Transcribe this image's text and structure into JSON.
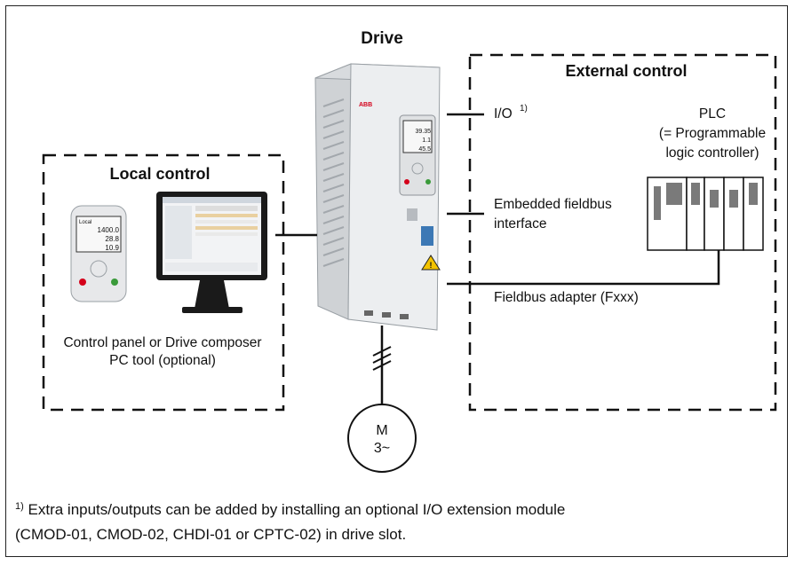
{
  "drive": {
    "title": "Drive",
    "brand": "ABB",
    "panel": {
      "row1": "39.35",
      "row2": "1.1",
      "row3": "45.5"
    }
  },
  "local": {
    "title": "Local control",
    "caption_line1": "Control panel or Drive composer",
    "caption_line2": "PC tool (optional)",
    "panel": {
      "header": "Local",
      "row1": "1400.0",
      "row2": "28.8",
      "row3": "10.9"
    }
  },
  "external": {
    "title": "External control",
    "io_label": "I/O",
    "io_note": "1)",
    "plc_line1": "PLC",
    "plc_line2": "(= Programmable",
    "plc_line3": "logic controller)",
    "embedded_line1": "Embedded fieldbus",
    "embedded_line2": "interface",
    "fieldbus_adapter": "Fieldbus adapter (Fxxx)"
  },
  "motor": {
    "line1": "M",
    "line2": "3~"
  },
  "footnote": {
    "marker": "1)",
    "line1": "Extra inputs/outputs can be added by installing an optional I/O extension module",
    "line2": "(CMOD-01, CMOD-02, CHDI-01 or CPTC-02) in drive slot."
  },
  "colors": {
    "outline": "#111111",
    "drive_body": "#e4e6e8",
    "plc_slot": "#7a7a7a",
    "warning": "#f3c300"
  }
}
